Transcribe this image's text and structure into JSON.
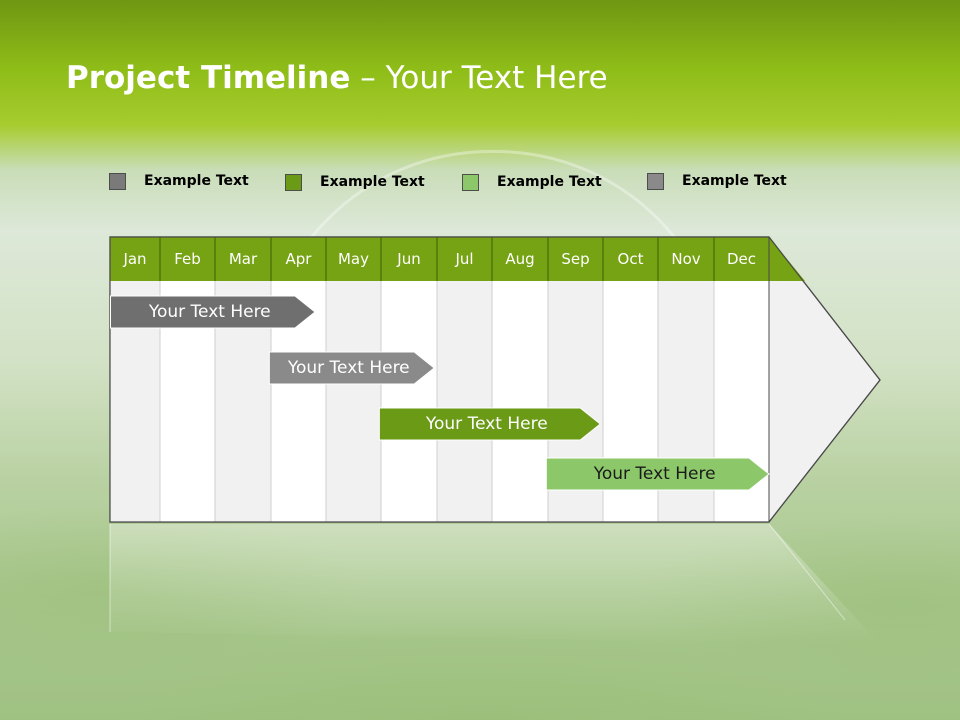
{
  "slide": {
    "title_bold": "Project Timeline",
    "title_rest": " – Your Text Here"
  },
  "legend": [
    {
      "label": "Example Text",
      "color": "#7a7a7a"
    },
    {
      "label": "Example Text",
      "color": "#6a9a16"
    },
    {
      "label": "Example Text",
      "color": "#8cc86a"
    },
    {
      "label": "Example Text",
      "color": "#8a8a8a"
    }
  ],
  "timeline": {
    "header_color": "#76a313",
    "months": [
      "Jan",
      "Feb",
      "Mar",
      "Apr",
      "May",
      "Jun",
      "Jul",
      "Aug",
      "Sep",
      "Oct",
      "Nov",
      "Dec"
    ],
    "tasks": [
      {
        "label": "Your  Text Here",
        "start_month": 0.05,
        "end_month": 3.8,
        "color": "#6f6f6f",
        "text_color": "#ffffff"
      },
      {
        "label": "Your  Text Here",
        "start_month": 2.97,
        "end_month": 5.95,
        "color": "#8a8a8a",
        "text_color": "#ffffff"
      },
      {
        "label": "Your  Text Here",
        "start_month": 4.97,
        "end_month": 8.95,
        "color": "#6a9a16",
        "text_color": "#ffffff"
      },
      {
        "label": "Your  Text Here",
        "start_month": 7.97,
        "end_month": 12.0,
        "color": "#8cc86a",
        "text_color": "#1a1a1a"
      }
    ]
  }
}
